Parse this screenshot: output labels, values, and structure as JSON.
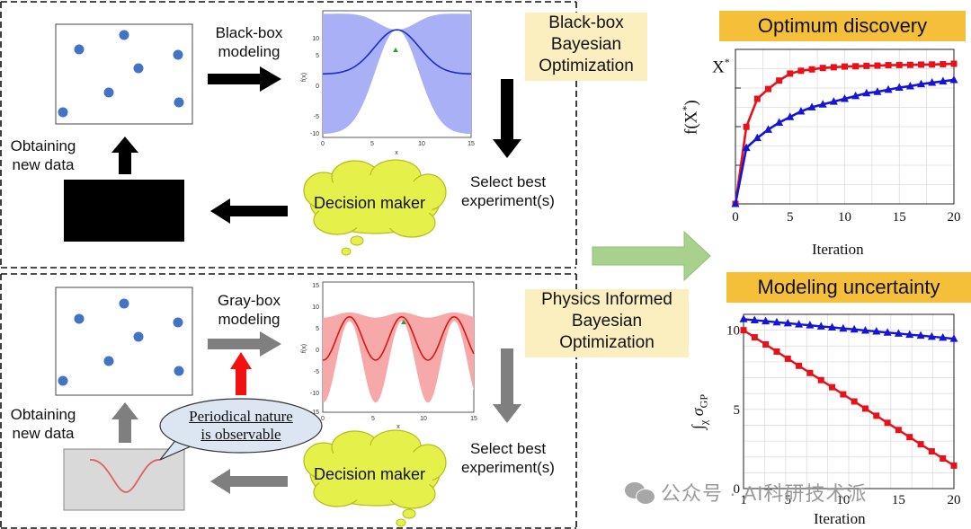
{
  "top": {
    "arrow_label": "Black-box\nmodeling",
    "banner": "Black-box\nBayesian\nOptimization",
    "obtaining": "Obtaining\nnew data",
    "select": "Select best\nexperiment(s)",
    "decision": "Decision maker",
    "plot": {
      "y_label": "f(x)",
      "x_label": "x",
      "y_ticks": [
        "10",
        "5",
        "0",
        "-5",
        "-10"
      ],
      "x_ticks": [
        "0",
        "5",
        "10",
        "15"
      ],
      "fill": "#aab0f5",
      "line": "#1a2bd0"
    }
  },
  "bottom": {
    "arrow_label": "Gray-box\nmodeling",
    "banner": "Physics Informed\nBayesian\nOptimization",
    "obtaining": "Obtaining\nnew data",
    "select": "Select best\nexperiment(s)",
    "decision": "Decision maker",
    "speech": "Periodical nature\nis observable",
    "plot": {
      "y_label": "f(x)",
      "x_label": "x",
      "y_ticks": [
        "15",
        "10",
        "5",
        "0",
        "-5",
        "-10",
        "-15"
      ],
      "x_ticks": [
        "0",
        "5",
        "10",
        "15"
      ],
      "fill": "#f7a9a9",
      "line": "#d81818"
    }
  },
  "right_top": {
    "title": "Optimum discovery",
    "xlabel": "Iteration",
    "ylabel_base": "f(X",
    "ylabel_sup": "*",
    "ylabel_close": ")",
    "ymax_base": "X",
    "ymax_sup": "*",
    "x_ticks": [
      "0",
      "5",
      "10",
      "15",
      "20"
    ]
  },
  "right_bottom": {
    "title": "Modeling uncertainty",
    "xlabel": "Iteration",
    "ylabel_int": "∫",
    "ylabel_sub": "χ",
    "ylabel_sigma": "σ",
    "ylabel_gp": "GP",
    "y_ticks": [
      "10",
      "5",
      "0"
    ],
    "x_ticks": [
      "1",
      "5",
      "10",
      "15",
      "20"
    ]
  },
  "watermark": "公众号 · AI科研技术派",
  "colors": {
    "red": "#e8111a",
    "blue": "#1515d8",
    "green_arrow": "#a9d18e",
    "banner": "#fbeebf",
    "title_bg": "#f5bf3a",
    "cloud": "#e6f04a"
  },
  "chart_data": [
    {
      "type": "line",
      "title": "Optimum discovery",
      "xlabel": "Iteration",
      "ylabel": "f(X*)",
      "x": [
        0,
        1,
        2,
        3,
        4,
        5,
        6,
        7,
        8,
        9,
        10,
        11,
        12,
        13,
        14,
        15,
        16,
        17,
        18,
        19,
        20
      ],
      "series": [
        {
          "color": "#e8111a",
          "marker": "square",
          "values": [
            0.0,
            0.55,
            0.75,
            0.82,
            0.88,
            0.93,
            0.95,
            0.96,
            0.97,
            0.975,
            0.98,
            0.982,
            0.985,
            0.987,
            0.99,
            0.991,
            0.992,
            0.994,
            0.995,
            0.997,
            1.0
          ]
        },
        {
          "color": "#1515d8",
          "marker": "triangle",
          "values": [
            0.0,
            0.4,
            0.47,
            0.53,
            0.58,
            0.62,
            0.66,
            0.69,
            0.71,
            0.73,
            0.75,
            0.77,
            0.79,
            0.8,
            0.815,
            0.83,
            0.84,
            0.855,
            0.865,
            0.875,
            0.885
          ]
        }
      ]
    },
    {
      "type": "line",
      "title": "Modeling uncertainty",
      "xlabel": "Iteration",
      "ylim": [
        0,
        11
      ],
      "x": [
        1,
        2,
        3,
        4,
        5,
        6,
        7,
        8,
        9,
        10,
        11,
        12,
        13,
        14,
        15,
        16,
        17,
        18,
        19,
        20
      ],
      "series": [
        {
          "color": "#e8111a",
          "marker": "square",
          "values": [
            10.0,
            9.55,
            9.1,
            8.65,
            8.2,
            7.75,
            7.3,
            6.85,
            6.4,
            5.95,
            5.5,
            5.05,
            4.6,
            4.15,
            3.7,
            3.25,
            2.8,
            2.35,
            1.9,
            1.45
          ]
        },
        {
          "color": "#1515d8",
          "marker": "triangle",
          "values": [
            10.7,
            10.63,
            10.57,
            10.5,
            10.44,
            10.37,
            10.31,
            10.24,
            10.18,
            10.11,
            10.05,
            9.98,
            9.92,
            9.85,
            9.79,
            9.72,
            9.66,
            9.59,
            9.53,
            9.46
          ]
        }
      ]
    }
  ]
}
